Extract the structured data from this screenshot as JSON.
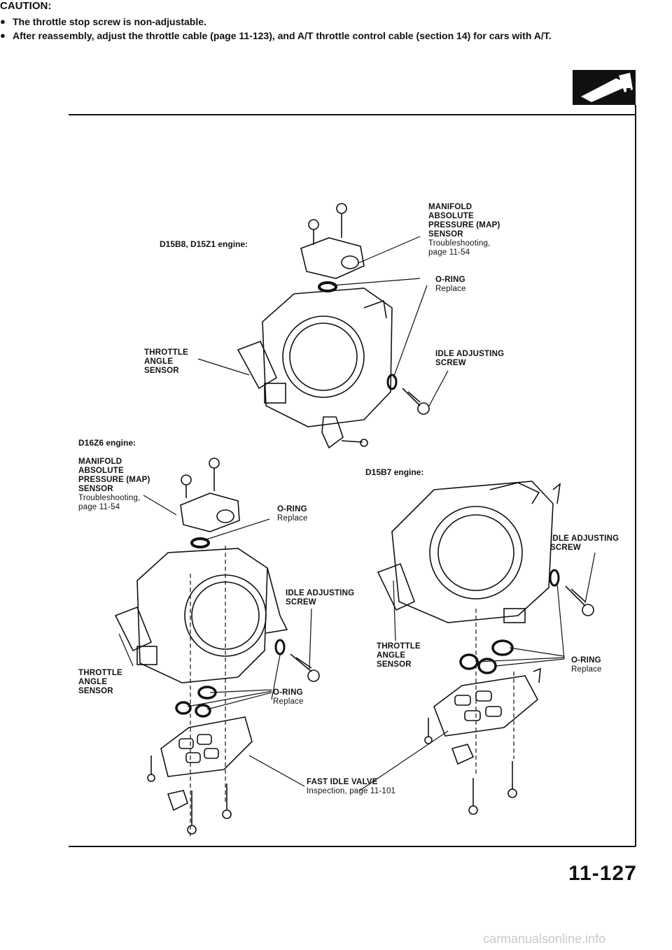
{
  "caution": {
    "heading": "CAUTION:",
    "bullets": [
      "The throttle stop screw is non-adjustable.",
      "After reassembly, adjust the throttle cable (page 11-123), and A/T throttle control cable (section 14) for cars with A/T."
    ]
  },
  "engines": {
    "top": "D15B8, D15Z1 engine:",
    "left": "D16Z6 engine:",
    "right": "D15B7 engine:"
  },
  "labels": {
    "map_top": {
      "name": "MANIFOLD ABSOLUTE PRESSURE (MAP) SENSOR",
      "sub1": "Troubleshooting,",
      "sub2": "page 11-54"
    },
    "oring_top": {
      "name": "O-RING",
      "sub": "Replace"
    },
    "tas_top": {
      "name": "THROTTLE ANGLE SENSOR"
    },
    "idle_top": {
      "name": "IDLE ADJUSTING SCREW"
    },
    "map_left": {
      "name": "MANIFOLD ABSOLUTE PRESSURE (MAP) SENSOR",
      "sub1": "Troubleshooting,",
      "sub2": "page 11-54"
    },
    "oring_left": {
      "name": "O-RING",
      "sub": "Replace"
    },
    "idle_left": {
      "name": "IDLE ADJUSTING SCREW"
    },
    "tas_left": {
      "name": "THROTTLE ANGLE SENSOR"
    },
    "oring_left_lower": {
      "name": "O-RING",
      "sub": "Replace"
    },
    "idle_right": {
      "name": "IDLE ADJUSTING SCREW"
    },
    "tas_right": {
      "name": "THROTTLE ANGLE SENSOR"
    },
    "oring_right": {
      "name": "O-RING",
      "sub": "Replace"
    },
    "fast_idle": {
      "name": "FAST IDLE VALVE",
      "sub": "Inspection, page 11-101"
    }
  },
  "page_number": "11-127",
  "watermark": "carmanualsonline.info",
  "colors": {
    "ink": "#111111",
    "paper": "#ffffff",
    "watermark": "#c9c9c9"
  },
  "icons": [
    "fuel-system-icon"
  ]
}
